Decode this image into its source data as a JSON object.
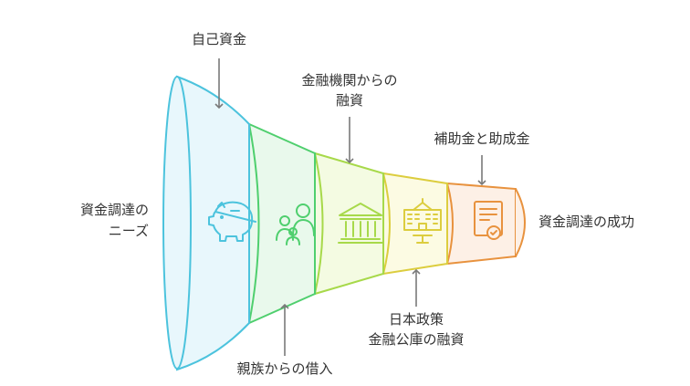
{
  "funnel": {
    "input_label": [
      "資金調達の",
      "ニーズ"
    ],
    "output_label": "資金調達の成功",
    "stages": [
      {
        "icon": "piggy-bank-icon",
        "fill": "#e8f7fc",
        "stroke": "#4cc3dd"
      },
      {
        "icon": "family-icon",
        "fill": "#e9f9ec",
        "stroke": "#4fcf6e"
      },
      {
        "icon": "bank-icon",
        "fill": "#f4fbe2",
        "stroke": "#a7d94a"
      },
      {
        "icon": "public-building-icon",
        "fill": "#fcfbe3",
        "stroke": "#dccd3e"
      },
      {
        "icon": "certificate-icon",
        "fill": "#fdf0e6",
        "stroke": "#e8923e"
      }
    ]
  },
  "callouts": [
    {
      "lines": [
        "自己資金"
      ],
      "position": "top"
    },
    {
      "lines": [
        "金融機関からの",
        "融資"
      ],
      "position": "top"
    },
    {
      "lines": [
        "補助金と助成金"
      ],
      "position": "top"
    },
    {
      "lines": [
        "親族からの借入"
      ],
      "position": "bottom"
    },
    {
      "lines": [
        "日本政策",
        "金融公庫の融資"
      ],
      "position": "bottom"
    }
  ]
}
